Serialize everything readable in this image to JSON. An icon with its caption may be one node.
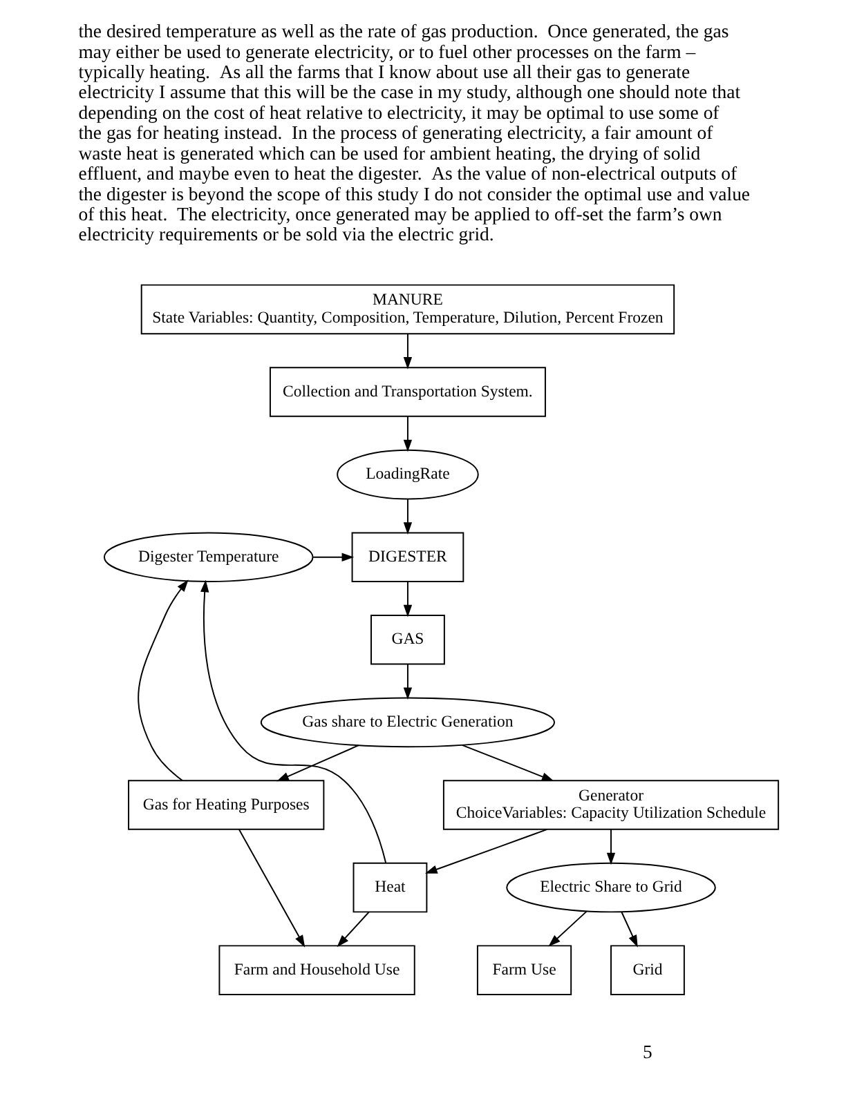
{
  "diagram": {
    "nodes": [
      {
        "text": [
          "MANURE",
          "State Variables: Quantity, Composition, Temperature, Dilution, Percent Frozen"
        ]
      },
      {
        "text": [
          "Collection and Transportation System."
        ]
      },
      {
        "text": [
          "LoadingRate"
        ]
      },
      {
        "text": [
          "Digester Temperature"
        ]
      },
      {
        "text": [
          "DIGESTER"
        ]
      },
      {
        "text": [
          "GAS"
        ]
      },
      {
        "text": [
          "Gas share to Electric Generation"
        ]
      },
      {
        "text": [
          "Gas for Heating Purposes"
        ]
      },
      {
        "text": [
          "Generator",
          "ChoiceVariables: Capacity Utilization Schedule"
        ]
      },
      {
        "text": [
          "Heat"
        ]
      },
      {
        "text": [
          "Farm and Household Use"
        ]
      },
      {
        "text": [
          "Electric Share to Grid"
        ]
      },
      {
        "text": [
          "Farm Use"
        ]
      },
      {
        "text": [
          "Grid"
        ]
      }
    ],
    "edges": [
      {
        "from": 0,
        "to": 1,
        "arrow": "to"
      },
      {
        "from": 1,
        "to": 2,
        "arrow": "to"
      },
      {
        "from": 2,
        "to": 4,
        "arrow": "to"
      },
      {
        "from": 3,
        "to": 4,
        "arrow": "to"
      },
      {
        "from": 4,
        "to": 5,
        "arrow": "to"
      },
      {
        "from": 5,
        "to": 6,
        "arrow": "to"
      },
      {
        "from": 6,
        "to": 7,
        "arrow": "to"
      },
      {
        "from": 6,
        "to": 8,
        "arrow": "to"
      },
      {
        "from": 7,
        "to": 3,
        "arrow": "to"
      },
      {
        "from": 7,
        "to": 10,
        "arrow": "to"
      },
      {
        "from": 8,
        "to": 9,
        "arrow": "to"
      },
      {
        "from": 9,
        "to": 3,
        "arrow": "to"
      },
      {
        "from": 9,
        "to": 10,
        "arrow": "to"
      },
      {
        "from": 8,
        "to": 11,
        "arrow": "to"
      },
      {
        "from": 11,
        "to": 12,
        "arrow": "to"
      },
      {
        "from": 11,
        "to": 13,
        "arrow": "to"
      }
    ],
    "labels": [
      "the desired temperature as well as the rate of gas production.  Once generated, the gas may either be used to generate electricity, or to fuel other processes on the farm – typically heating.  As all the farms that I know about use all their gas to generate electricity I assume that this will be the case in my study, although one should note that depending on the cost of heat relative to electricity, it may be optimal to use some of the gas for heating instead.  In the process of generating electricity, a fair amount of waste heat is generated which can be used for ambient heating, the drying of solid effluent, and maybe even to heat the digester.  As the value of non-electrical outputs of the digester is beyond the scope of this study I do not consider the optimal use and value of this heat.  The electricity, once generated may be applied to off-set the farm’s own electricity requirements or be sold via the electric grid.",
      "5"
    ]
  }
}
